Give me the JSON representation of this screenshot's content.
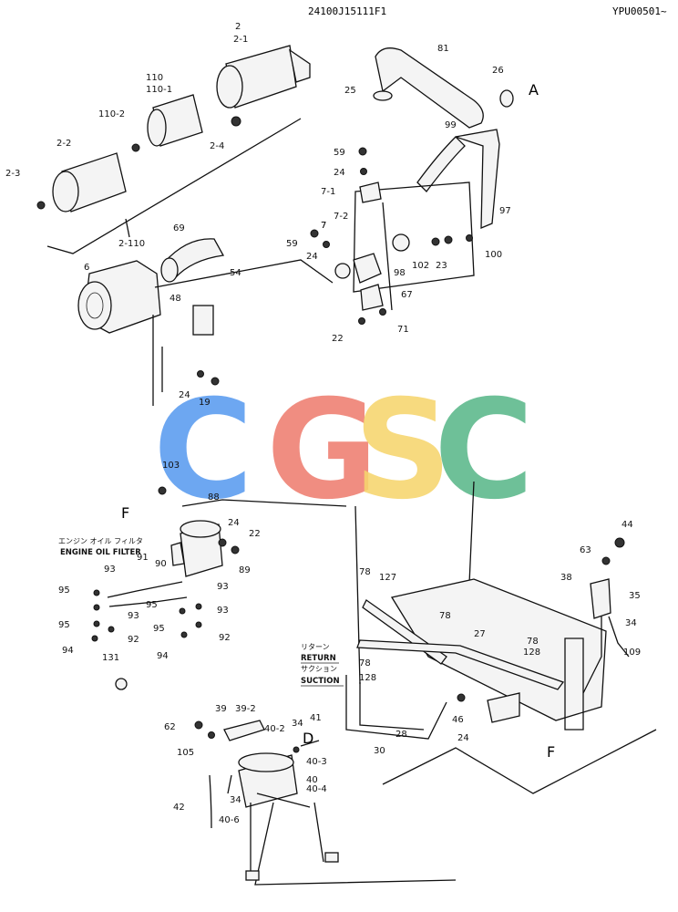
{
  "header": {
    "part_code": "24100J15111F1",
    "serial": "YPU00501~"
  },
  "watermark": {
    "letters": [
      "C",
      "G",
      "S",
      "C"
    ],
    "colors": [
      "#5a9bf0",
      "#ee7e70",
      "#f6d56e",
      "#5bb88a"
    ]
  },
  "upper_labels": [
    "2",
    "2-1",
    "110",
    "110-1",
    "110-2",
    "2-2",
    "2-3",
    "2-4",
    "2-110",
    "6",
    "69",
    "48",
    "54",
    "81",
    "26",
    "A",
    "25",
    "99",
    "59",
    "24",
    "7-1",
    "7",
    "7-2",
    "97",
    "59",
    "24",
    "7",
    "23",
    "100",
    "98",
    "102",
    "67",
    "22",
    "71",
    "24",
    "19"
  ],
  "lower_labels": [
    "103",
    "88",
    "F",
    "24",
    "22",
    "91",
    "90",
    "93",
    "95",
    "93",
    "93",
    "95",
    "93",
    "95",
    "92",
    "95",
    "92",
    "94",
    "94",
    "89",
    "131",
    "44",
    "63",
    "38",
    "35",
    "127",
    "78",
    "34",
    "78",
    "27",
    "78",
    "109",
    "128",
    "78",
    "128",
    "46",
    "24",
    "30",
    "28",
    "F",
    "62",
    "39",
    "39-2",
    "34",
    "41",
    "40-2",
    "D",
    "105",
    "40-3",
    "40",
    "40-4",
    "34",
    "42",
    "40-6"
  ],
  "filter_label": {
    "jp": "エンジン オイル フィルタ",
    "en": "ENGINE OIL FILTER"
  },
  "return_label": {
    "jp": "リターン",
    "en": "RETURN"
  },
  "suction_label": {
    "jp": "サクション",
    "en": "SUCTION"
  }
}
